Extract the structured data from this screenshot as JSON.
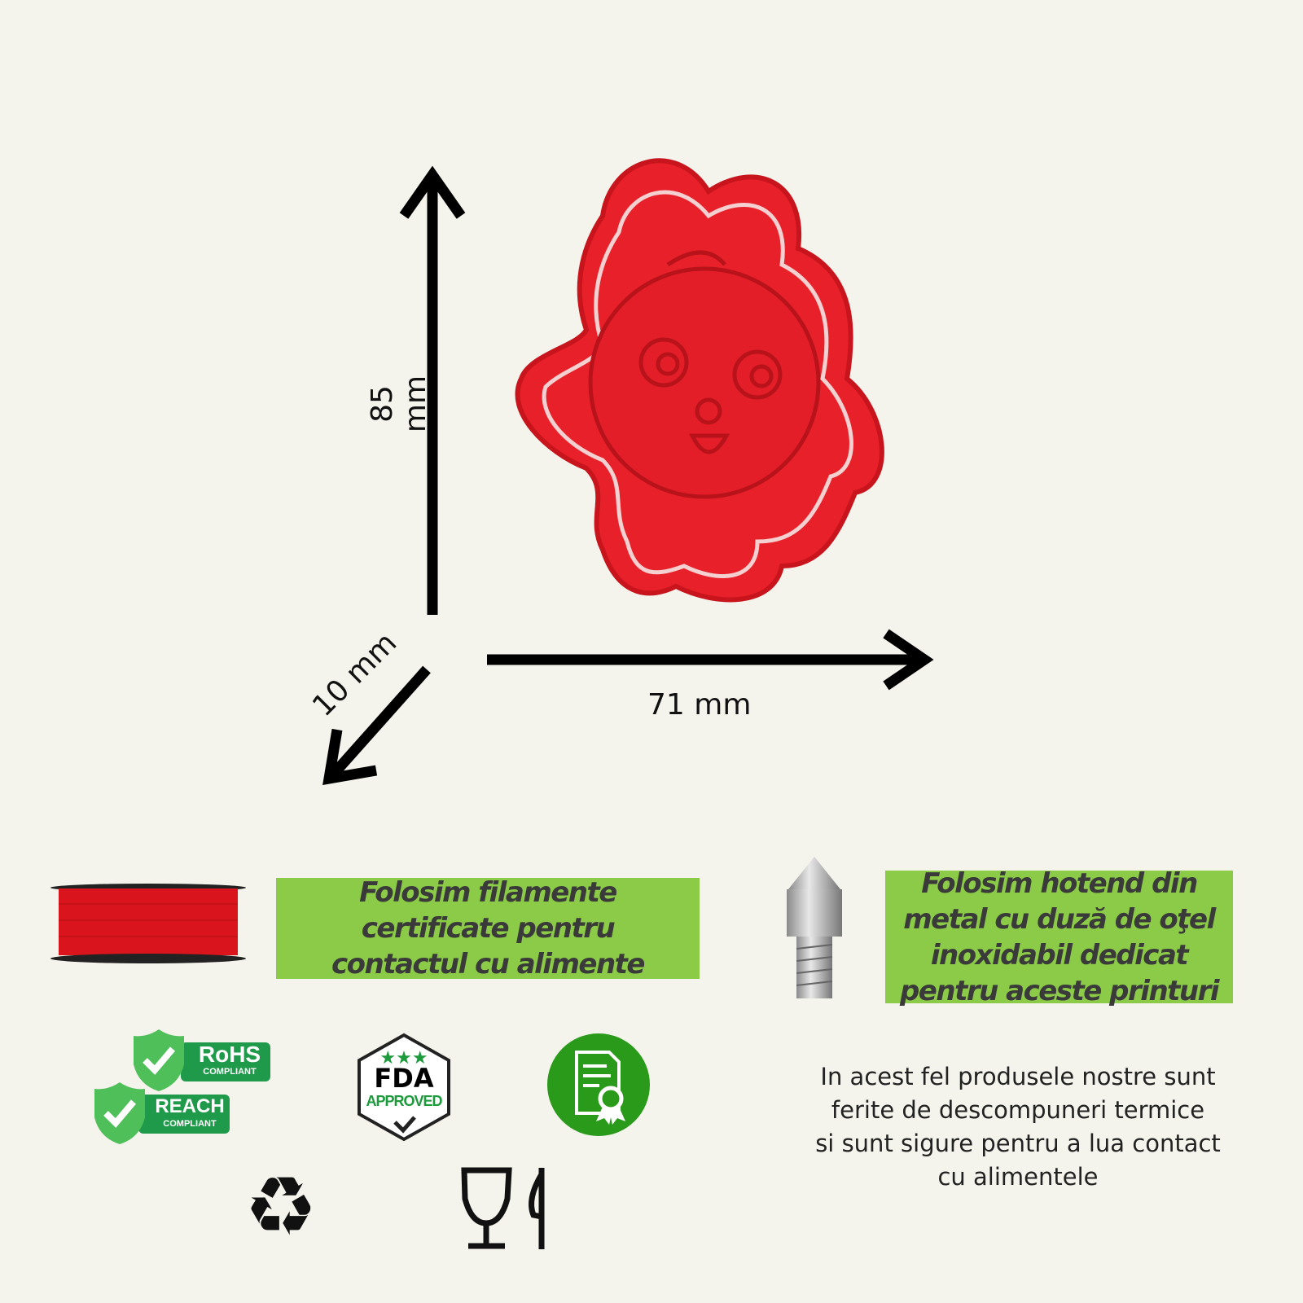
{
  "dimensions": {
    "height": "85  mm",
    "width": "71 mm",
    "depth": "10 mm"
  },
  "info_boxes": [
    {
      "text": "Folosim filamente certificate pentru contactul cu alimente"
    },
    {
      "text": "Folosim hotend din metal cu duză de oţel inoxidabil dedicat pentru aceste printuri"
    }
  ],
  "badges": {
    "rohs": "RoHS",
    "rohs_sub": "COMPLIANT",
    "reach": "REACH",
    "reach_sub": "COMPLIANT",
    "fda": "FDA",
    "fda_sub": "APPROVED"
  },
  "note": {
    "lines": [
      "In acest fel produsele nostre sunt",
      "ferite de descompuneri termice",
      "si sunt sigure  pentru a lua contact",
      "cu alimentele"
    ]
  },
  "colors": {
    "background": "#f4f3ec",
    "green_box": "#8bcb47",
    "cutter_red": "#e8202a",
    "badge_green": "#1f9a4a"
  }
}
